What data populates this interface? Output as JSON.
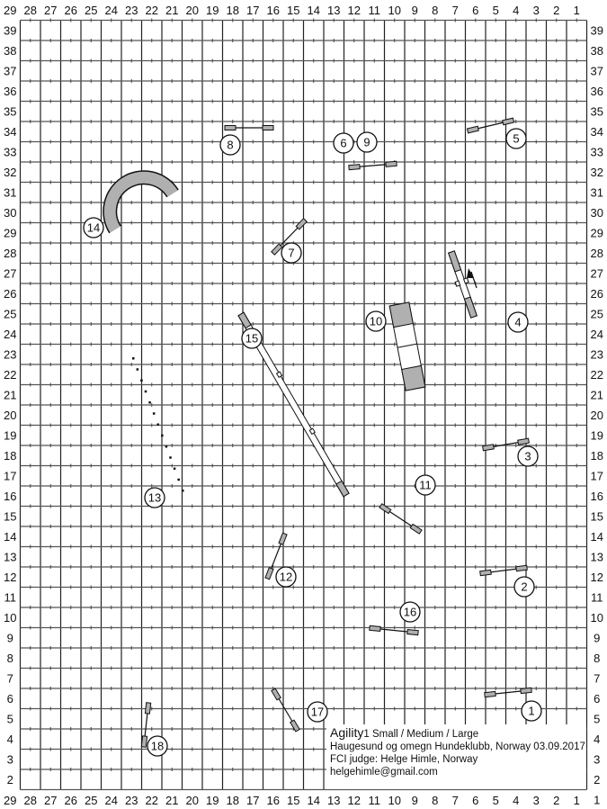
{
  "grid": {
    "columns": [
      29,
      28,
      27,
      26,
      25,
      24,
      23,
      22,
      21,
      20,
      19,
      18,
      17,
      16,
      15,
      14,
      13,
      12,
      11,
      10,
      9,
      8,
      7,
      6,
      5,
      4,
      3,
      2,
      1
    ],
    "rows": [
      39,
      38,
      37,
      36,
      35,
      34,
      33,
      32,
      31,
      30,
      29,
      28,
      27,
      26,
      25,
      24,
      23,
      22,
      21,
      20,
      19,
      18,
      17,
      16,
      15,
      14,
      13,
      12,
      11,
      10,
      9,
      8,
      7,
      6,
      5,
      4,
      3,
      2,
      1
    ]
  },
  "obstacles": [
    {
      "number": "1",
      "type": "jump"
    },
    {
      "number": "2",
      "type": "jump"
    },
    {
      "number": "3",
      "type": "jump"
    },
    {
      "number": "4",
      "type": "seesaw"
    },
    {
      "number": "5",
      "type": "jump"
    },
    {
      "number": "6",
      "type": "jump"
    },
    {
      "number": "7",
      "type": "jump"
    },
    {
      "number": "8",
      "type": "jump"
    },
    {
      "number": "9",
      "type": "jump"
    },
    {
      "number": "10",
      "type": "a-frame"
    },
    {
      "number": "11",
      "type": "jump"
    },
    {
      "number": "12",
      "type": "jump"
    },
    {
      "number": "13",
      "type": "weave-poles"
    },
    {
      "number": "14",
      "type": "tunnel"
    },
    {
      "number": "15",
      "type": "dog-walk"
    },
    {
      "number": "16",
      "type": "jump"
    },
    {
      "number": "17",
      "type": "jump"
    },
    {
      "number": "18",
      "type": "jump"
    }
  ],
  "info": {
    "title": "Agility",
    "class": "1 Small / Medium / Large",
    "club": "Haugesund og omegn Hundeklubb, Norway 03.09.2017",
    "judge": "FCI judge: Helge Himle, Norway",
    "email": "helgehimle@gmail.com"
  },
  "colors": {
    "grid": "#222222",
    "equipment": "#b0b0b0",
    "background": "#ffffff"
  }
}
